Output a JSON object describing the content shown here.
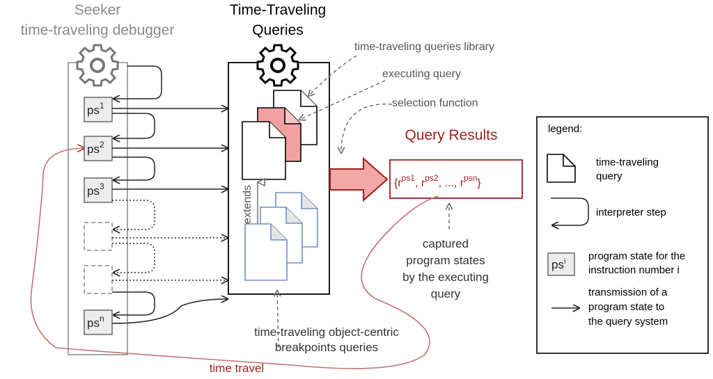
{
  "debugger": {
    "title_line1": "Seeker",
    "title_line2": "time-traveling debugger",
    "states": [
      {
        "base": "ps",
        "sup": "1"
      },
      {
        "base": "ps",
        "sup": "2"
      },
      {
        "base": "ps",
        "sup": "3"
      },
      {
        "base": "ps",
        "sup": "n"
      }
    ]
  },
  "query_system": {
    "title_line1": "Time-Traveling",
    "title_line2": "Queries",
    "extends_label": "extends"
  },
  "annotations": {
    "library": "time-traveling queries library",
    "executing": "executing query",
    "selection": "selection function",
    "breakpoints_line1": "time-traveling object-centric",
    "breakpoints_line2": "breakpoints queries",
    "captured_line1": "captured",
    "captured_line2": "program states",
    "captured_line3": "by the executing",
    "captured_line4": "query",
    "time_travel": "time travel"
  },
  "results": {
    "title": "Query Results",
    "open": "{r",
    "sup1": "ps1",
    "sep1": ", r",
    "sup2": "ps2",
    "sep2": ", ..., r",
    "sup3": "psn",
    "close": "}"
  },
  "legend": {
    "title": "legend:",
    "query_line1": "time-traveling",
    "query_line2": "query",
    "step": "interpreter step",
    "ps_base": "ps",
    "ps_sup": "i",
    "state_line1": "program state for the",
    "state_line2": "instruction number i",
    "trans_line1": "transmission of a",
    "trans_line2": "program state to",
    "trans_line3": "the query system"
  },
  "colors": {
    "accent_red": "#9e1e1e",
    "query_fill_red": "#f2a0a0",
    "arrow_fill": "#f4a8a8",
    "blue_docs": "#6f8fc4",
    "gray_text": "#8a8a8a"
  },
  "icons": [
    "gear-icon",
    "document-icon",
    "arrow-icon"
  ]
}
